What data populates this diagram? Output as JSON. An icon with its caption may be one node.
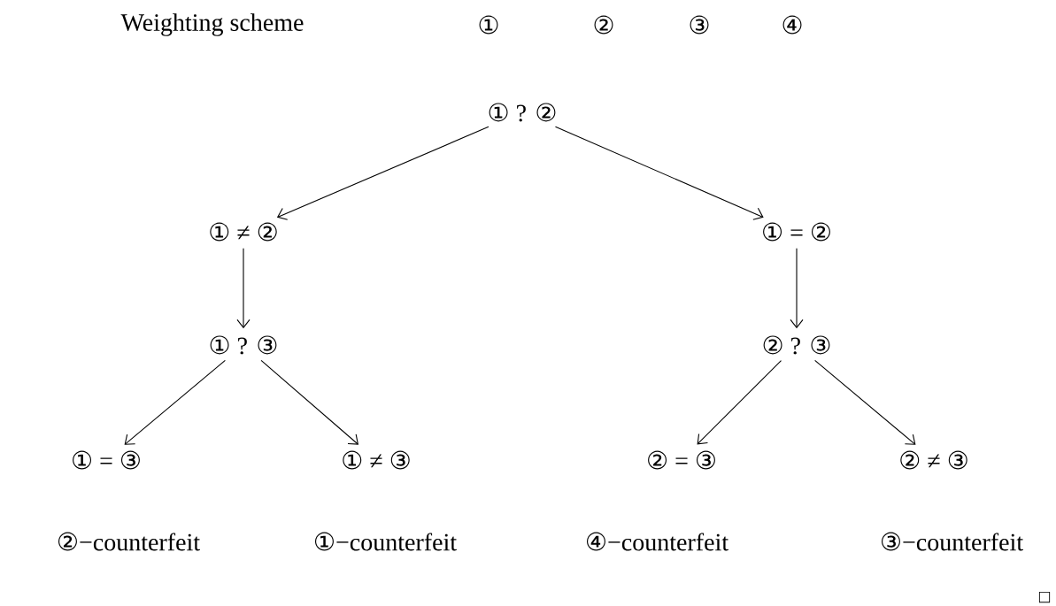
{
  "diagram": {
    "nodes": [
      {
        "text": [
          "① ? ②"
        ]
      },
      {
        "text": [
          "① ≠ ②"
        ]
      },
      {
        "text": [
          "① = ②"
        ]
      },
      {
        "text": [
          "① ? ③"
        ]
      },
      {
        "text": [
          "② ? ③"
        ]
      },
      {
        "text": [
          "① = ③"
        ],
        "beside": [
          "②−counterfeit"
        ]
      },
      {
        "text": [
          "① ≠ ③"
        ],
        "beside": [
          "①−counterfeit"
        ]
      },
      {
        "text": [
          "② = ③"
        ],
        "beside": [
          "④−counterfeit"
        ]
      },
      {
        "text": [
          "② ≠ ③"
        ],
        "beside": [
          "③−counterfeit"
        ]
      }
    ],
    "edges": [
      {
        "from": 0,
        "to": 1,
        "arrow": "to"
      },
      {
        "from": 0,
        "to": 2,
        "arrow": "to"
      },
      {
        "from": 1,
        "to": 3,
        "arrow": "to"
      },
      {
        "from": 2,
        "to": 4,
        "arrow": "to"
      },
      {
        "from": 3,
        "to": 5,
        "arrow": "to"
      },
      {
        "from": 3,
        "to": 6,
        "arrow": "to"
      },
      {
        "from": 4,
        "to": 7,
        "arrow": "to"
      },
      {
        "from": 4,
        "to": 8,
        "arrow": "to"
      }
    ],
    "labels": [
      "Weighting scheme",
      "①",
      "②",
      "③",
      "④",
      "□"
    ]
  }
}
